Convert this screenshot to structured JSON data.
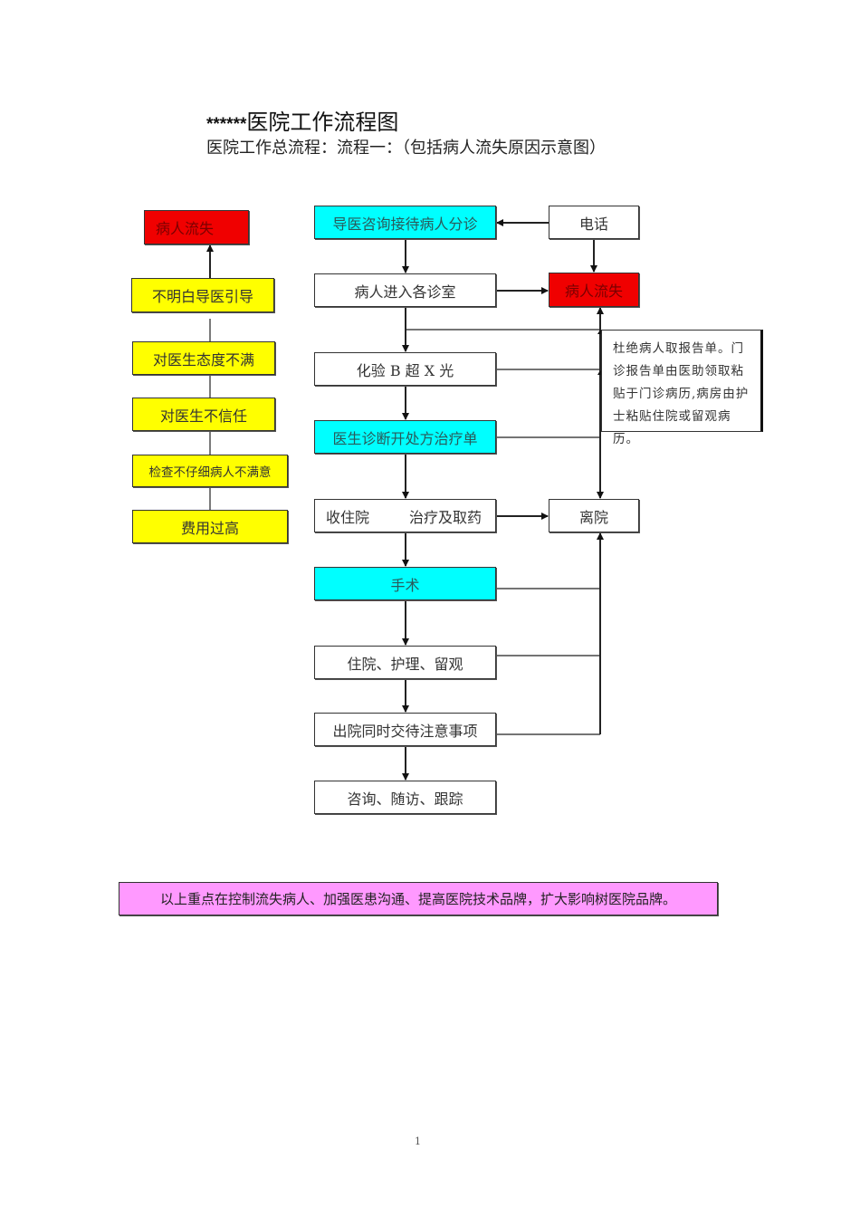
{
  "document": {
    "title_stars": "******",
    "title": "医院工作流程图",
    "subtitle": "医院工作总流程：流程一：（包括病人流失原因示意图）",
    "page_number": "1"
  },
  "left_column": {
    "lost": "病人流失",
    "reasons": [
      "不明白导医引导",
      "对医生态度不满",
      "对医生不信任",
      "检查不仔细病人不满意",
      "费用过高"
    ]
  },
  "main_flow": {
    "steps": [
      "导医咨询接待病人分诊",
      "病人进入各诊室",
      "化验 B 超 X 光",
      "医生诊断开处方治疗单",
      "收住院",
      "治疗及取药",
      "手术",
      "住院、护理、留观",
      "出院同时交待注意事项",
      "咨询、随访、跟踪"
    ]
  },
  "right_column": {
    "phone": "电话",
    "lost": "病人流失",
    "discharge": "离院",
    "note": "杜绝病人取报告单。门诊报告单由医助领取粘贴于门诊病历,病房由护士粘贴住院或留观病历。"
  },
  "summary": "以上重点在控制流失病人、加强医患沟通、提高医院技术品牌，扩大影响树医院品牌。",
  "colors": {
    "lost": "#f00000",
    "reason": "#ffff00",
    "key_step": "#00ffff",
    "summary": "#ff99ff"
  }
}
